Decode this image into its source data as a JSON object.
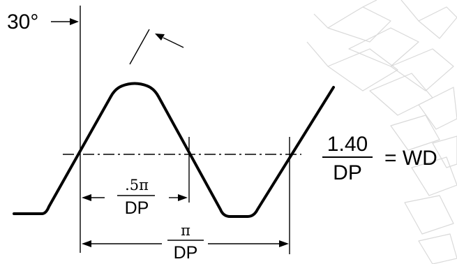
{
  "angle_label": "30°",
  "half_pitch": {
    "numerator": ".5π",
    "denominator": "DP"
  },
  "full_pitch": {
    "numerator": "π",
    "denominator": "DP"
  },
  "working_depth": {
    "numerator": "1.40",
    "denominator": "DP",
    "equals_label": "= WD"
  },
  "colors": {
    "line": "#000000",
    "watermark": "#d9d9d9",
    "background": "#ffffff"
  }
}
